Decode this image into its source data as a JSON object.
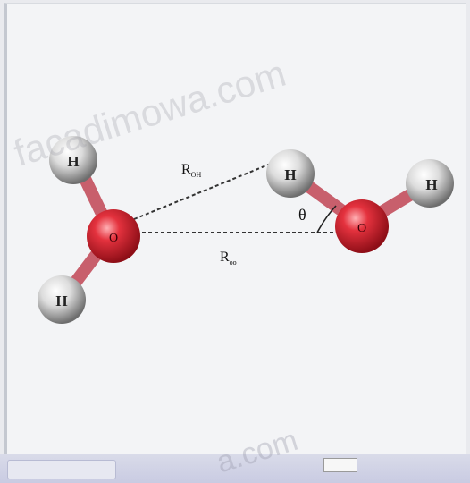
{
  "diagram": {
    "atom_labels": {
      "h1": "H",
      "o1": "O",
      "h2": "H",
      "h3": "H",
      "o2": "O",
      "h4": "H"
    },
    "distance_labels": {
      "r_oh_main": "R",
      "r_oh_sub": "OH",
      "r_oo_main": "R",
      "r_oo_sub": "oo"
    },
    "angle_label": "θ"
  },
  "watermarks": {
    "top": "facadimowa.com",
    "bottom": "a.com"
  },
  "colors": {
    "oxygen": "#dc2a36",
    "hydrogen": "#e8e8e8",
    "bond": "#b83a4a"
  }
}
